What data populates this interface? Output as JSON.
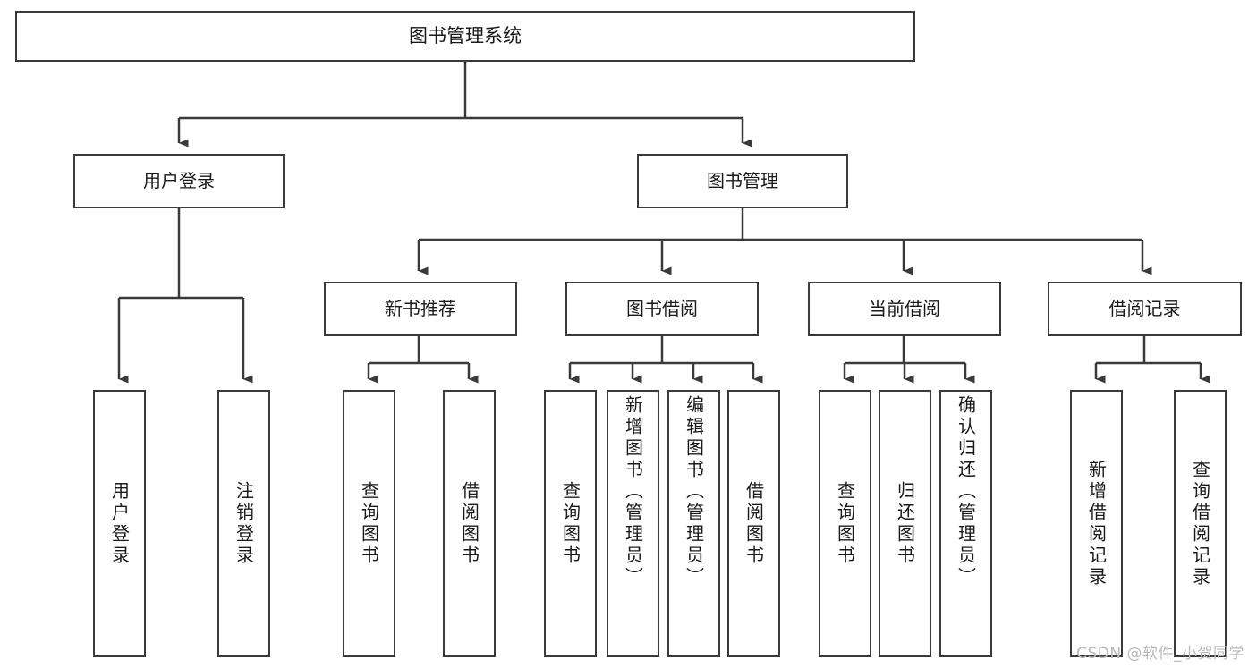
{
  "diagram": {
    "title": "图书管理系统",
    "type": "hierarchy-tree",
    "root": {
      "label": "图书管理系统"
    },
    "level2": [
      {
        "label": "用户登录"
      },
      {
        "label": "图书管理"
      }
    ],
    "level3": [
      {
        "label": "新书推荐"
      },
      {
        "label": "图书借阅"
      },
      {
        "label": "当前借阅"
      },
      {
        "label": "借阅记录"
      }
    ],
    "leaves": {
      "user_login": [
        {
          "label": "用户登录"
        },
        {
          "label": "注销登录"
        }
      ],
      "new_book_recommend": [
        {
          "label": "查询图书"
        },
        {
          "label": "借阅图书"
        }
      ],
      "book_borrow": [
        {
          "label": "查询图书"
        },
        {
          "label": "新增图书（管理员）"
        },
        {
          "label": "编辑图书（管理员）"
        },
        {
          "label": "借阅图书"
        }
      ],
      "current_borrow": [
        {
          "label": "查询图书"
        },
        {
          "label": "归还图书"
        },
        {
          "label": "确认归还（管理员）"
        }
      ],
      "borrow_records": [
        {
          "label": "新增借阅记录"
        },
        {
          "label": "查询借阅记录"
        }
      ]
    }
  },
  "watermark": {
    "text": "CSDN @软件_小贺同学"
  },
  "colors": {
    "stroke": "#3a3a3a",
    "text": "#1a1a1a",
    "background": "#ffffff",
    "watermark": "#b9b9b9"
  }
}
